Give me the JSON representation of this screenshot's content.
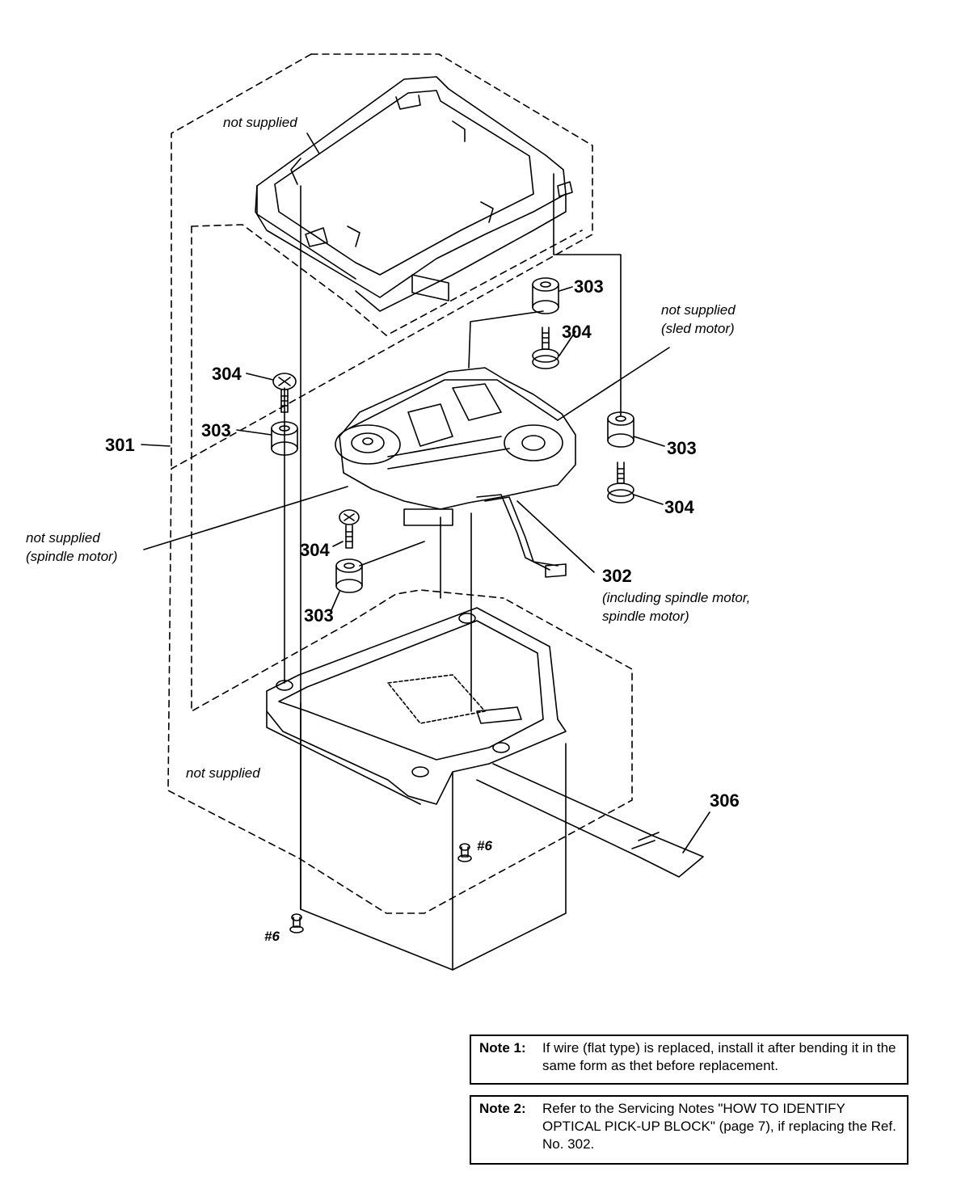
{
  "parts": {
    "p301": "301",
    "p302": "302",
    "p303": "303",
    "p304": "304",
    "p306": "306",
    "screw6": "#6"
  },
  "labels": {
    "not_supplied": "not supplied",
    "sled_motor": "(sled motor)",
    "spindle_motor": "(spindle motor)",
    "p302_desc_1": "(including spindle motor,",
    "p302_desc_2": "spindle motor)"
  },
  "notes": [
    {
      "label": "Note 1:",
      "text": "If wire (flat type) is replaced, install it after bending it in the same form as thet before replacement."
    },
    {
      "label": "Note 2:",
      "text": "Refer to the Servicing Notes \"HOW TO IDENTIFY OPTICAL PICK-UP BLOCK\" (page 7), if replacing the Ref. No. 302."
    }
  ]
}
